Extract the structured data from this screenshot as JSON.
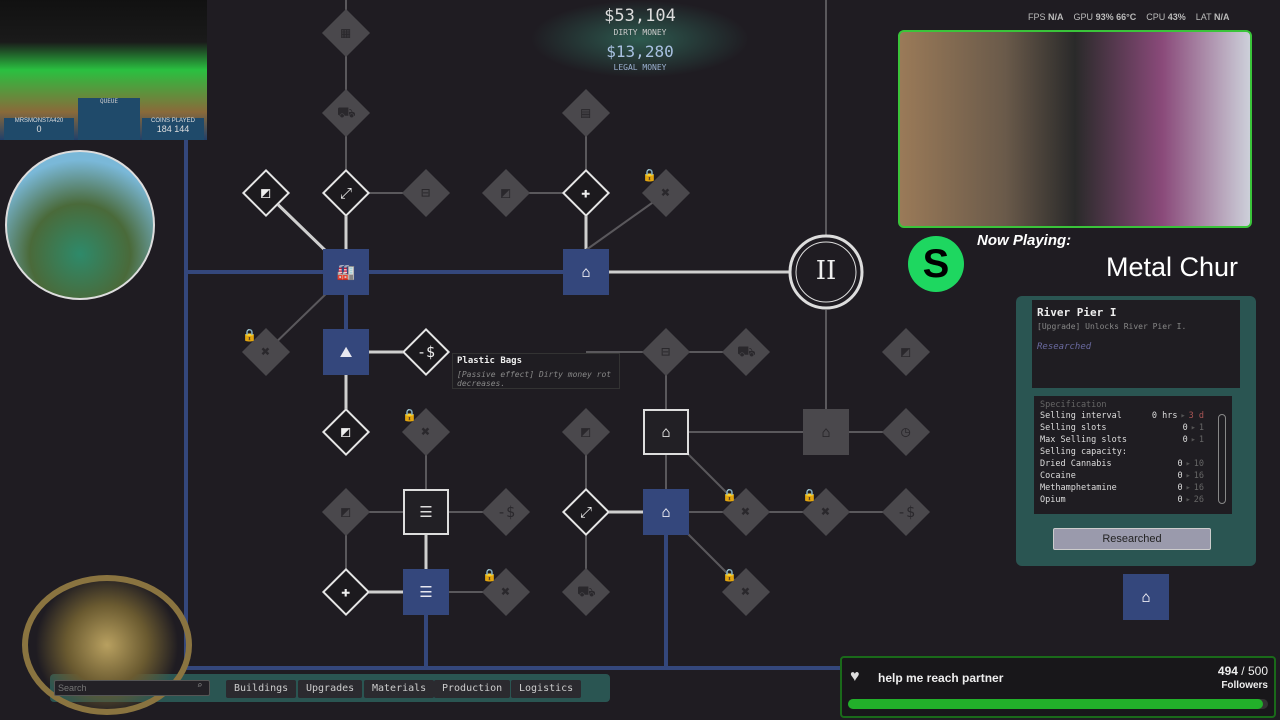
{
  "hud": {
    "fps_label": "FPS",
    "fps": "N/A",
    "gpu_label": "GPU",
    "gpu": "93%",
    "gpu_temp": "66°C",
    "cpu_label": "CPU",
    "cpu": "43%",
    "lat_label": "LAT",
    "lat": "N/A"
  },
  "money": {
    "dirty": "$53,104",
    "dirty_label": "DIRTY MONEY",
    "legal": "$13,280",
    "legal_label": "LEGAL MONEY"
  },
  "coin_pusher": {
    "player": "MRSMONSTA420",
    "player_value": "0",
    "queue_label": "QUEUE",
    "coins_label": "COINS PLAYED",
    "coins": "184 144"
  },
  "now_playing": {
    "label": "Now Playing:",
    "title": "Metal Chur"
  },
  "tier_label": "II",
  "tooltip": {
    "title": "Plastic Bags",
    "desc": "[Passive effect] Dirty money rot decreases."
  },
  "detail": {
    "title": "River Pier I",
    "subtitle": "[Upgrade] Unlocks River Pier I.",
    "status": "Researched",
    "spec_label": "Specification",
    "specs": [
      {
        "name": "Selling interval",
        "from": "0 hrs",
        "to": "3 d"
      },
      {
        "name": "Selling slots",
        "from": "0",
        "to": "1"
      },
      {
        "name": "Max Selling slots",
        "from": "0",
        "to": "1"
      },
      {
        "name": "Selling capacity:",
        "from": "",
        "to": ""
      },
      {
        "name": "Dried Cannabis",
        "from": "0",
        "to": "10"
      },
      {
        "name": "Cocaine",
        "from": "0",
        "to": "16"
      },
      {
        "name": "Methamphetamine",
        "from": "0",
        "to": "16"
      },
      {
        "name": "Opium",
        "from": "0",
        "to": "26"
      }
    ],
    "button": "Researched"
  },
  "search": {
    "placeholder": "Search"
  },
  "tabs": [
    "Buildings",
    "Upgrades",
    "Materials",
    "Production",
    "Logistics"
  ],
  "goal": {
    "text": "help me reach partner",
    "current": "494",
    "target": "/ 500",
    "unit": "Followers",
    "progress": 0.988
  },
  "colors": {
    "blue": "#34477c",
    "goal_green": "#22b02a",
    "panel_teal": "#2a5552"
  }
}
